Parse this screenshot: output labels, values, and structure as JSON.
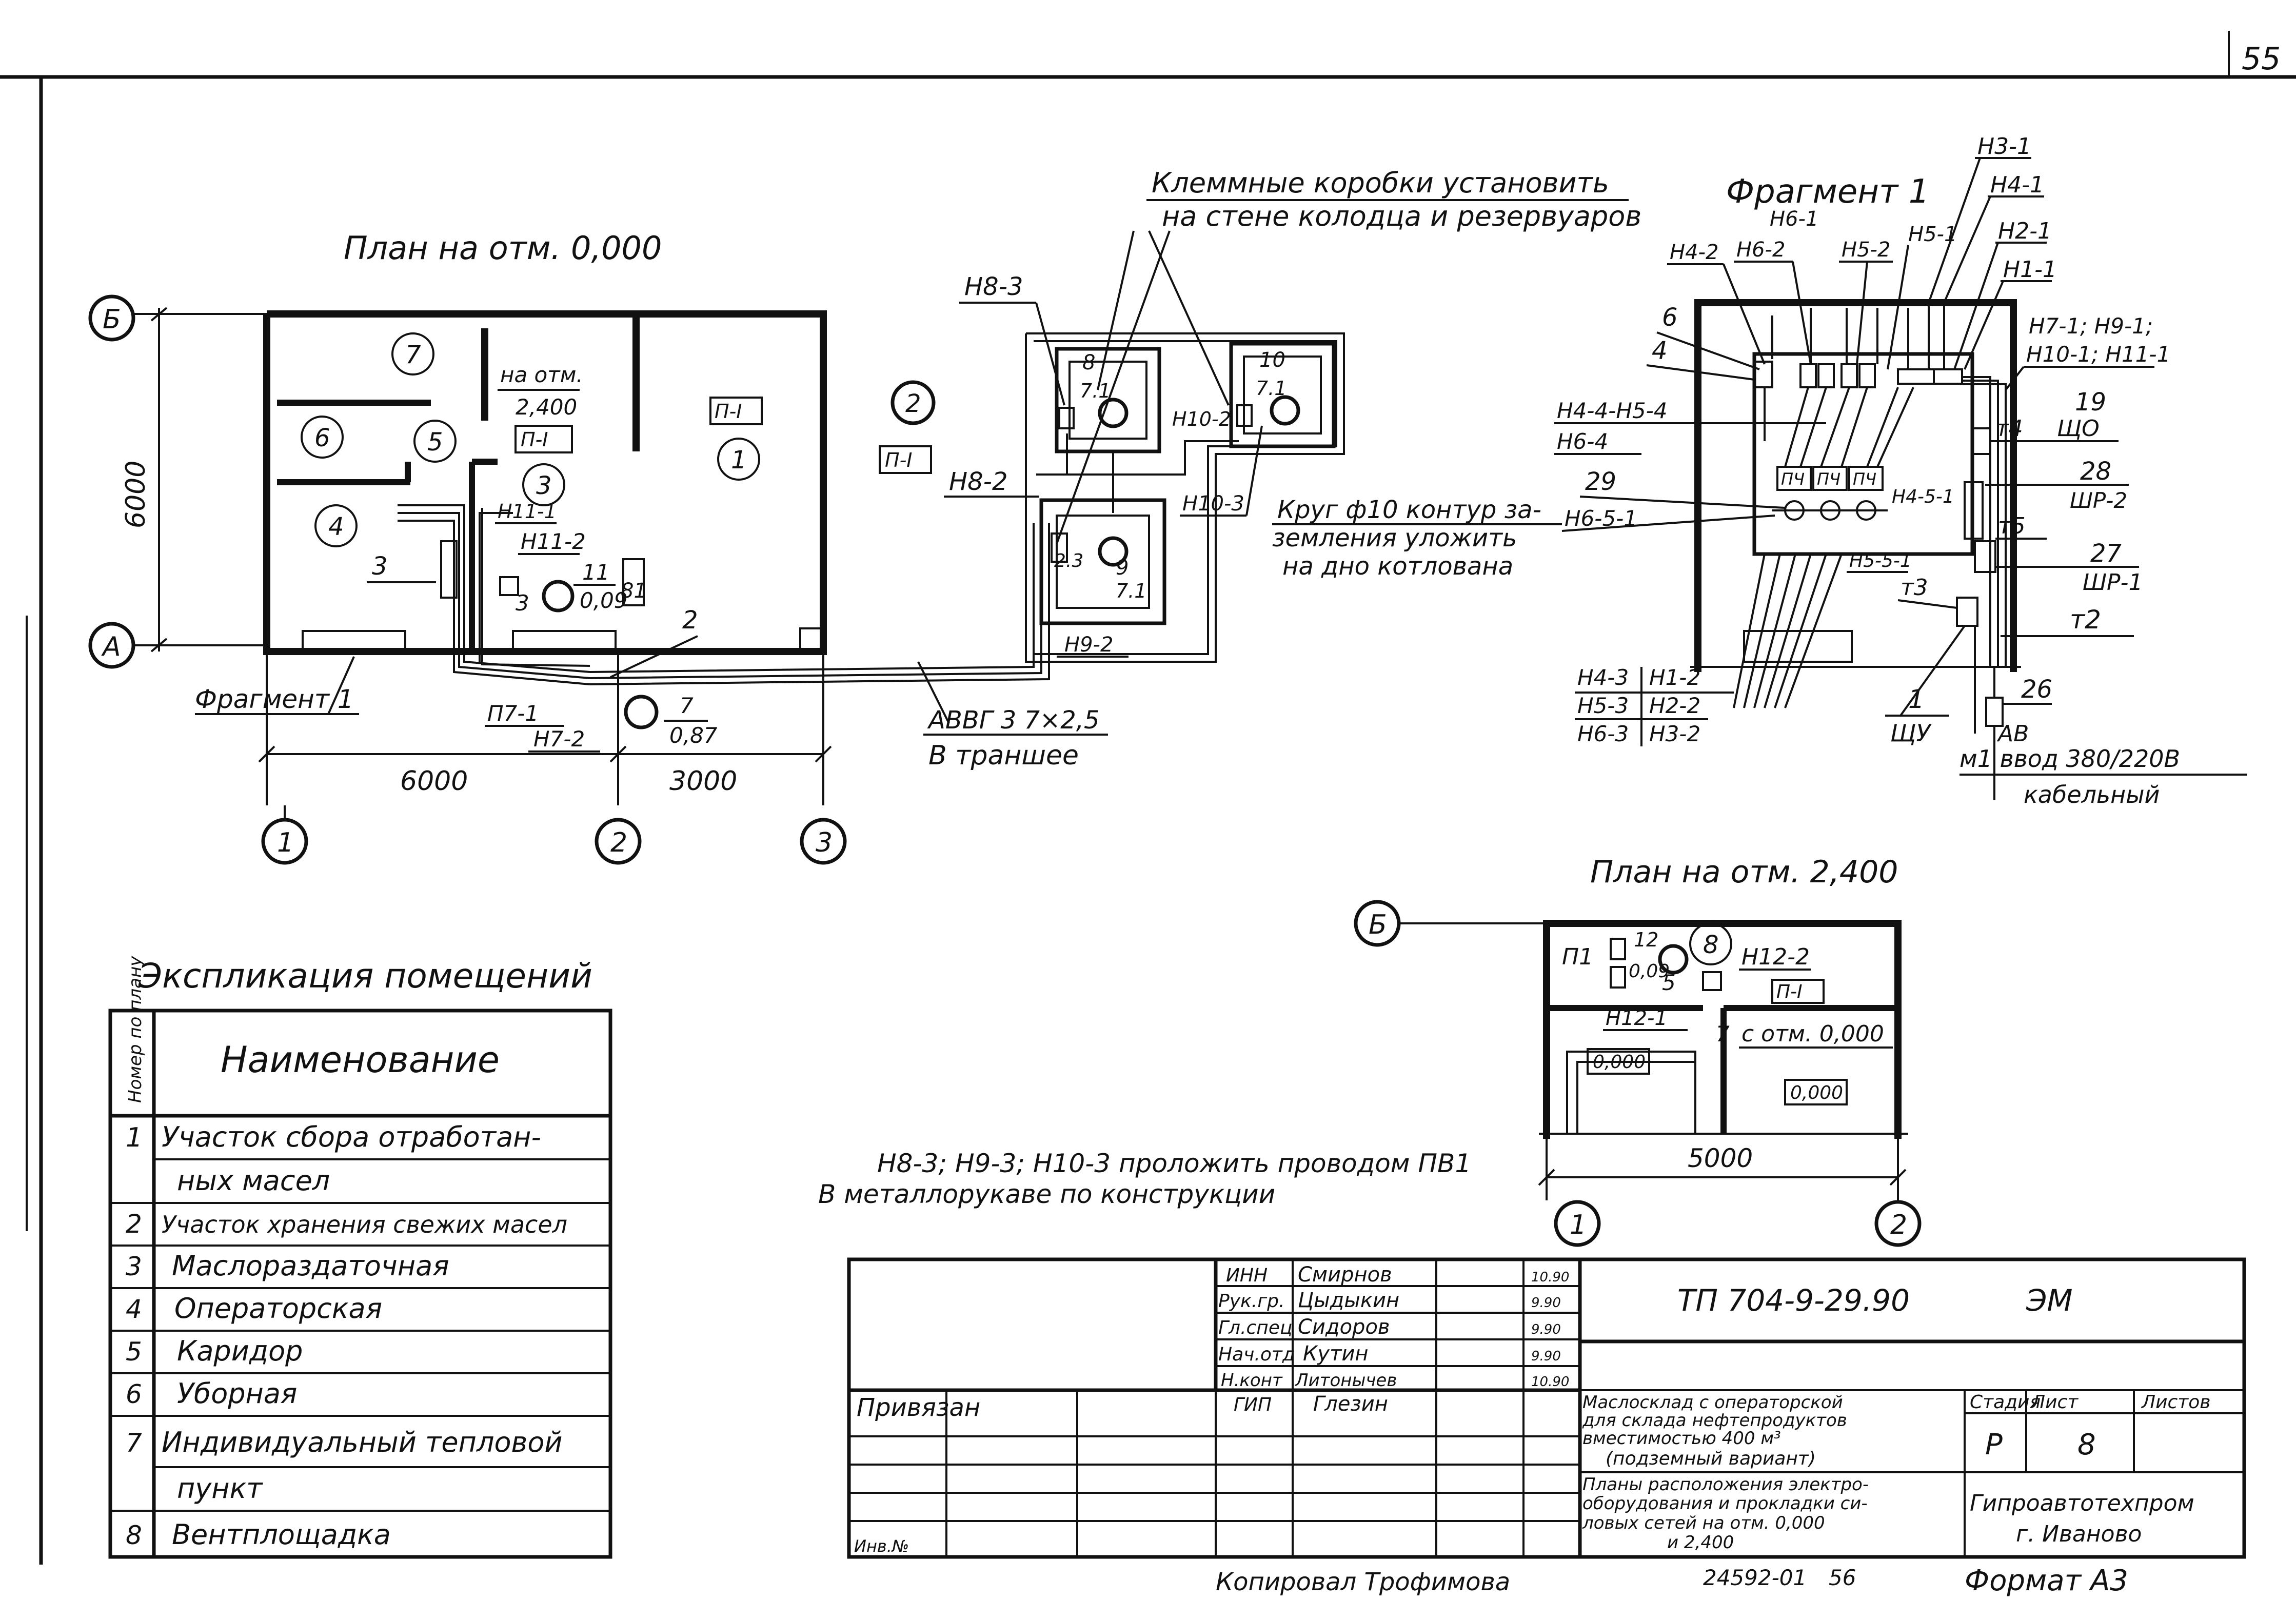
{
  "sheet_number": "55",
  "plan_ground": {
    "title": "План на отм. 0,000",
    "axis_labels": {
      "b": "Б",
      "a": "А",
      "c1": "1",
      "c2": "2",
      "c3": "3"
    },
    "dim_vertical": "6000",
    "dim_left": "6000",
    "dim_right": "3000",
    "rooms": {
      "r7": "7",
      "r6": "6",
      "r5": "5",
      "r4": "4",
      "r3": "3",
      "r1": "1"
    },
    "labels": {
      "naotm1": "на отм.",
      "naotm2": "2,400",
      "p1a": "П-I",
      "p1b": "П-I",
      "h11_1": "Н11-1",
      "h11_2": "Н11-2",
      "e3a": "3",
      "e3b": "3",
      "e11": "11",
      "e009": "0,09",
      "e81": "81",
      "e2": "2",
      "e7": "7",
      "e087": "0,87",
      "n7_1": "П7-1",
      "h7_2": "Н7-2",
      "fragment": "Фрагмент 1"
    }
  },
  "site": {
    "node2": "2",
    "p1": "П-I",
    "h8_3": "Н8-3",
    "h8_2": "Н8-2",
    "h10_2": "Н10-2",
    "h10_3": "Н10-3",
    "h9_2": "Н9-2",
    "w8": "8",
    "w10": "10",
    "w9": "9",
    "w71a": "7.1",
    "w71b": "7.1",
    "w71c": "7.1",
    "w23": "2.3",
    "note_terminal_1": "Клеммные коробки установить",
    "note_terminal_2": "на стене колодца и резервуаров",
    "note_ground_1": "Круг ф10 контур за-",
    "note_ground_2": "земления уложить",
    "note_ground_3": "на дно котлована",
    "cable_1": "АВВГ 3 7×2,5",
    "cable_2": "В траншее",
    "wire_note_1": "Н8-3; Н9-3; Н10-3 проложить проводом ПВ1",
    "wire_note_2": "В металлорукаве по конструкции"
  },
  "fragment1": {
    "title": "Фрагмент 1",
    "labels": {
      "h3_1": "Н3-1",
      "h4_1": "Н4-1",
      "h6_1": "Н6-1",
      "h5_1": "Н5-1",
      "h2_1": "Н2-1",
      "h1_1": "Н1-1",
      "h4_2": "Н4-2",
      "h6_2": "Н6-2",
      "h5_2": "Н5-2",
      "h7_1": "Н7-1; Н9-1;",
      "h10_1": "Н10-1; Н11-1",
      "e6": "6",
      "e4": "4",
      "h4_4": "Н4-4-Н5-4",
      "h6_4": "Н6-4",
      "e29": "29",
      "h6_5_1": "Н6-5-1",
      "h4_5_1": "Н4-5-1",
      "h5_5_1": "Н5-5-1",
      "pch": "ПЧ",
      "e19": "19",
      "mt4": "т4",
      "shchO": "ЩО",
      "e28": "28",
      "shr2": "ШР-2",
      "mt5": "т5",
      "e27": "27",
      "shr1": "ШР-1",
      "mt3": "т3",
      "mt2": "т2",
      "e26": "26",
      "av": "АВ",
      "vvod": "м1 ввод 380/220В",
      "kab": "кабельный",
      "e1": "1",
      "shchU": "ЩУ",
      "h4_3": "Н4-3",
      "h1_2": "Н1-2",
      "h5_3": "Н5-3",
      "h2_2": "Н2-2",
      "h6_3": "Н6-3",
      "h3_2": "Н3-2"
    }
  },
  "plan_upper": {
    "title": "План на отм. 2,400",
    "axis_b": "Б",
    "axis_1": "1",
    "axis_2": "2",
    "dim": "5000",
    "labels": {
      "p1": "П1",
      "e12": "12",
      "e009": "0,09",
      "r8": "8",
      "e5": "5",
      "h12_2": "Н12-2",
      "pI": "П-I",
      "h12_1": "Н12-1",
      "e7": "7",
      "sotm": "с отм. 0,000",
      "l0a": "0,000",
      "l0b": "0,000"
    }
  },
  "explication": {
    "title": "Экспликация помещений",
    "col_number": "Номер по плану",
    "col_name": "Наименование",
    "rows": [
      {
        "n": "1",
        "name": "Участок сбора отработан-"
      },
      {
        "n": "",
        "name": "ных масел"
      },
      {
        "n": "2",
        "name": "Участок хранения свежих масел"
      },
      {
        "n": "3",
        "name": "Маслораздаточная"
      },
      {
        "n": "4",
        "name": "Операторская"
      },
      {
        "n": "5",
        "name": "Каридор"
      },
      {
        "n": "6",
        "name": "Уборная"
      },
      {
        "n": "7",
        "name": "Индивидуальный тепловой"
      },
      {
        "n": "",
        "name": "пункт"
      },
      {
        "n": "8",
        "name": "Вентплощадка"
      }
    ]
  },
  "title_block": {
    "signatures": [
      {
        "role": "ИНН",
        "name": "Смирнов",
        "date": "10.90"
      },
      {
        "role": "Рук.гр.",
        "name": "Цыдыкин",
        "date": "9.90"
      },
      {
        "role": "Гл.спец",
        "name": "Сидоров",
        "date": "9.90"
      },
      {
        "role": "Нач.отд",
        "name": "Кутин",
        "date": "9.90"
      },
      {
        "role": "Н.конт",
        "name": "Литонычев",
        "date": "10.90"
      },
      {
        "role": "ГИП",
        "name": "Глезин",
        "date": ""
      }
    ],
    "privyazan": "Привязан",
    "inv": "Инв.№",
    "code": "ТП 704-9-29.90",
    "mark": "ЭМ",
    "project_1": "Маслосклад с операторской",
    "project_2": "для склада нефтепродуктов",
    "project_3": "вместимостью 400 м³",
    "project_4": "(подземный вариант)",
    "sheet_1": "Планы расположения электро-",
    "sheet_2": "оборудования и прокладки си-",
    "sheet_3": "ловых сетей на отм. 0,000",
    "sheet_4": "и 2,400",
    "stage_h": "Стадия",
    "list_h": "Лист",
    "lists_h": "Листов",
    "stage": "Р",
    "list": "8",
    "org_1": "Гипроавтотехпром",
    "org_2": "г. Иваново",
    "copied": "Копировал Трофимова",
    "archive": "24592-01",
    "page": "56",
    "format": "Формат А3"
  }
}
